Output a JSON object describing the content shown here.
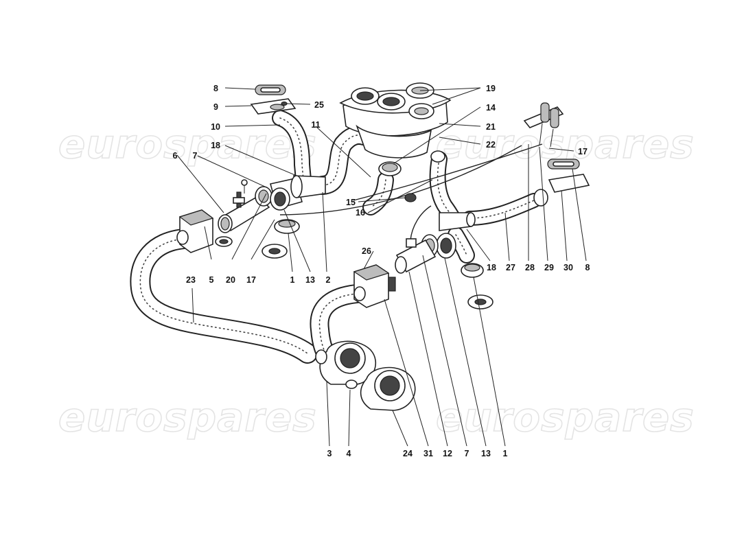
{
  "watermark": {
    "brand": "eurospares"
  },
  "callouts": [
    {
      "id": "c-8-top",
      "text": "8"
    },
    {
      "id": "c-9",
      "text": "9"
    },
    {
      "id": "c-25",
      "text": "25"
    },
    {
      "id": "c-10",
      "text": "10"
    },
    {
      "id": "c-18-left",
      "text": "18"
    },
    {
      "id": "c-11",
      "text": "11"
    },
    {
      "id": "c-6",
      "text": "6"
    },
    {
      "id": "c-7-top",
      "text": "7"
    },
    {
      "id": "c-19",
      "text": "19"
    },
    {
      "id": "c-14",
      "text": "14"
    },
    {
      "id": "c-21",
      "text": "21"
    },
    {
      "id": "c-22",
      "text": "22"
    },
    {
      "id": "c-17-right",
      "text": "17"
    },
    {
      "id": "c-15",
      "text": "15"
    },
    {
      "id": "c-16",
      "text": "16"
    },
    {
      "id": "c-5",
      "text": "5"
    },
    {
      "id": "c-20",
      "text": "20"
    },
    {
      "id": "c-17-left",
      "text": "17"
    },
    {
      "id": "c-1-top",
      "text": "1"
    },
    {
      "id": "c-13-top",
      "text": "13"
    },
    {
      "id": "c-2",
      "text": "2"
    },
    {
      "id": "c-23",
      "text": "23"
    },
    {
      "id": "c-26",
      "text": "26"
    },
    {
      "id": "c-18-right",
      "text": "18"
    },
    {
      "id": "c-27",
      "text": "27"
    },
    {
      "id": "c-28",
      "text": "28"
    },
    {
      "id": "c-29",
      "text": "29"
    },
    {
      "id": "c-30",
      "text": "30"
    },
    {
      "id": "c-8-right",
      "text": "8"
    },
    {
      "id": "c-3",
      "text": "3"
    },
    {
      "id": "c-4",
      "text": "4"
    },
    {
      "id": "c-24",
      "text": "24"
    },
    {
      "id": "c-31",
      "text": "31"
    },
    {
      "id": "c-12",
      "text": "12"
    },
    {
      "id": "c-7-bottom",
      "text": "7"
    },
    {
      "id": "c-13-bottom",
      "text": "13"
    },
    {
      "id": "c-1-bottom",
      "text": "1"
    }
  ]
}
